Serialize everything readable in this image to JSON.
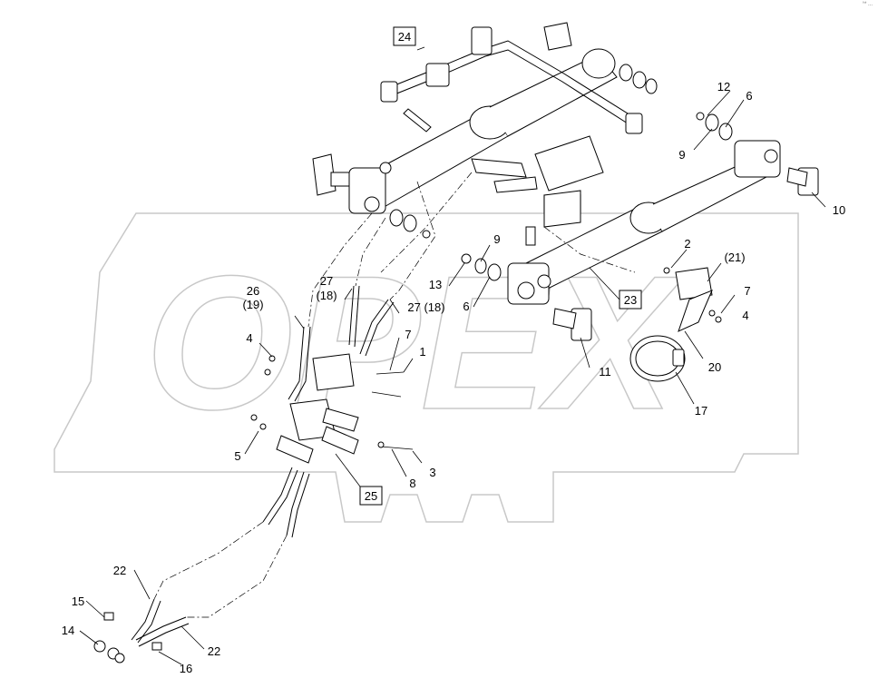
{
  "corner_mark": "°* ...",
  "watermark": "OPEX",
  "callouts": {
    "c1": "1",
    "c2": "2",
    "c3": "3",
    "c4a": "4",
    "c4b": "4",
    "c5": "5",
    "c6a": "6",
    "c6b": "6",
    "c7a": "7",
    "c7b": "7",
    "c8": "8",
    "c9a": "9",
    "c9b": "9",
    "c10": "10",
    "c11": "11",
    "c12": "12",
    "c13": "13",
    "c14": "14",
    "c15": "15",
    "c16": "16",
    "c17": "17",
    "c20": "20",
    "c21": "(21)",
    "c22a": "22",
    "c22b": "22",
    "c23": "23",
    "c24": "24",
    "c25": "25",
    "c26": "26",
    "c19": "(19)",
    "c27a": "27",
    "c18a": "(18)",
    "c27b": "27 (18)"
  }
}
